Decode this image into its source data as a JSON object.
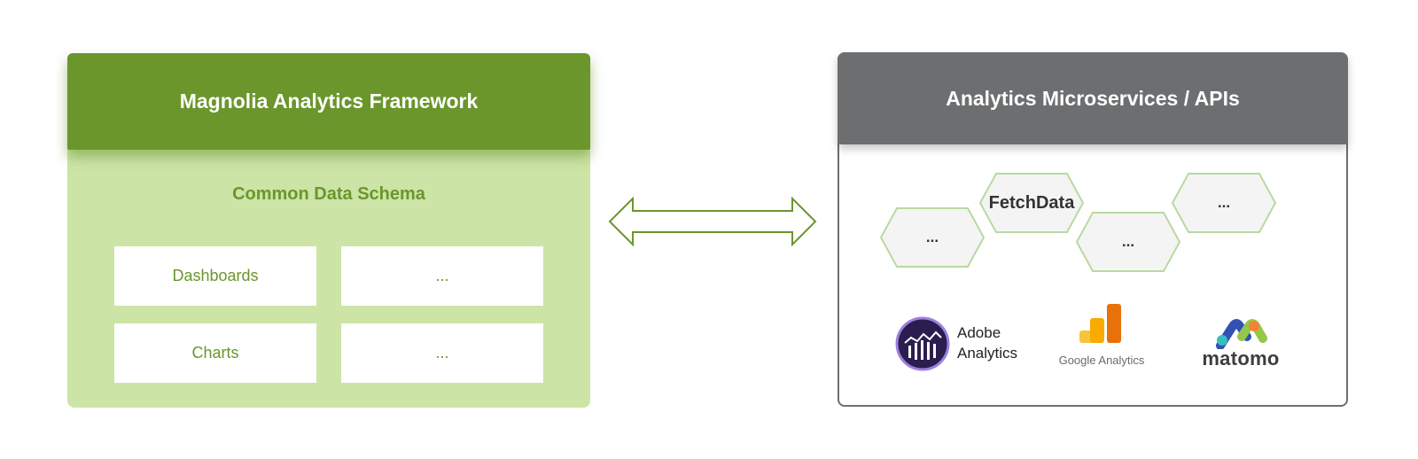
{
  "left_panel": {
    "title": "Magnolia Analytics Framework",
    "subtitle": "Common Data Schema",
    "cells": [
      "Dashboards",
      "...",
      "Charts",
      "..."
    ],
    "colors": {
      "header": "#6a962c",
      "body": "#cce4a6",
      "text": "#6a962c"
    }
  },
  "connector": {
    "icon": "double-arrow-icon",
    "color": "#6a962c"
  },
  "right_panel": {
    "title": "Analytics Microservices / APIs",
    "colors": {
      "header": "#6c6e70",
      "border": "#6c6e70",
      "hex_border": "#b9d9a0",
      "hex_fill": "#f4f4f4"
    },
    "services": [
      "...",
      "FetchData",
      "...",
      "..."
    ],
    "providers": [
      {
        "name_line1": "Adobe",
        "name_line2": "Analytics",
        "icon": "adobe-analytics-logo"
      },
      {
        "name": "Google Analytics",
        "icon": "google-analytics-logo"
      },
      {
        "name": "matomo",
        "icon": "matomo-logo"
      }
    ]
  }
}
